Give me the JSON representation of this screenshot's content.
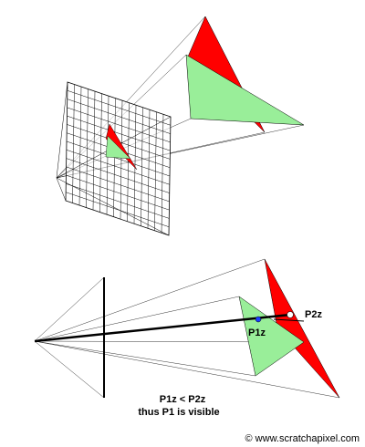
{
  "colors": {
    "red": "#ff0000",
    "green": "#99ee99",
    "dot_blue": "#1a3cff",
    "dot_white": "#ffffff",
    "line": "#000000"
  },
  "bottom": {
    "labels": {
      "p1": "P1z",
      "p2": "P2z"
    },
    "caption": {
      "line1": "P1z < P2z",
      "line2": "thus P1 is visible"
    }
  },
  "credit": "© www.scratchapixel.com"
}
